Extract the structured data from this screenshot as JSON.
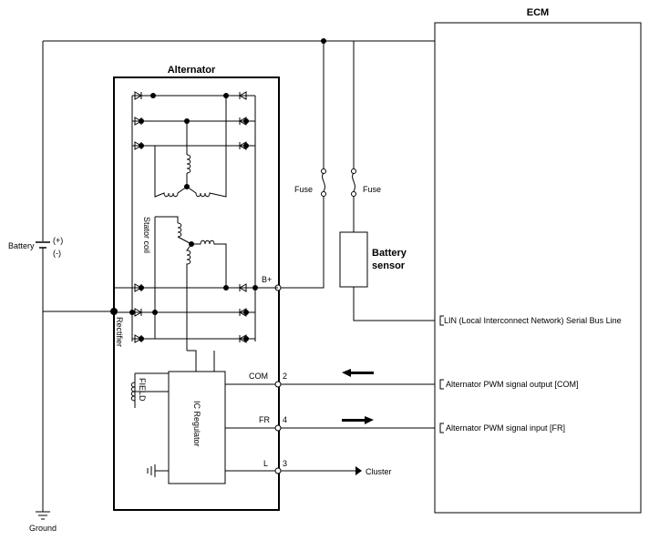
{
  "labels": {
    "ecm": "ECM",
    "alternator": "Alternator",
    "battery": "Battery",
    "battery_plus": "(+)",
    "battery_minus": "(-)",
    "ground": "Ground",
    "fuse_1": "Fuse",
    "fuse_2": "Fuse",
    "battery_sensor_line1": "Battery",
    "battery_sensor_line2": "sensor",
    "stator_coil": "Stator coil",
    "rectifier": "Rectifier",
    "field": "FIELD",
    "ic_regulator": "IC Regulator",
    "b_plus": "B+",
    "com": "COM",
    "fr": "FR",
    "l": "L",
    "pin_2": "2",
    "pin_4": "4",
    "pin_3": "3",
    "cluster": "Cluster",
    "lin_line": "LIN (Local Interconnect Network) Serial Bus Line",
    "pwm_output": "Alternator PWM signal output [COM]",
    "pwm_input": "Alternator PWM signal input [FR]"
  },
  "arrows": {
    "com_direction": "left",
    "fr_direction": "right"
  }
}
